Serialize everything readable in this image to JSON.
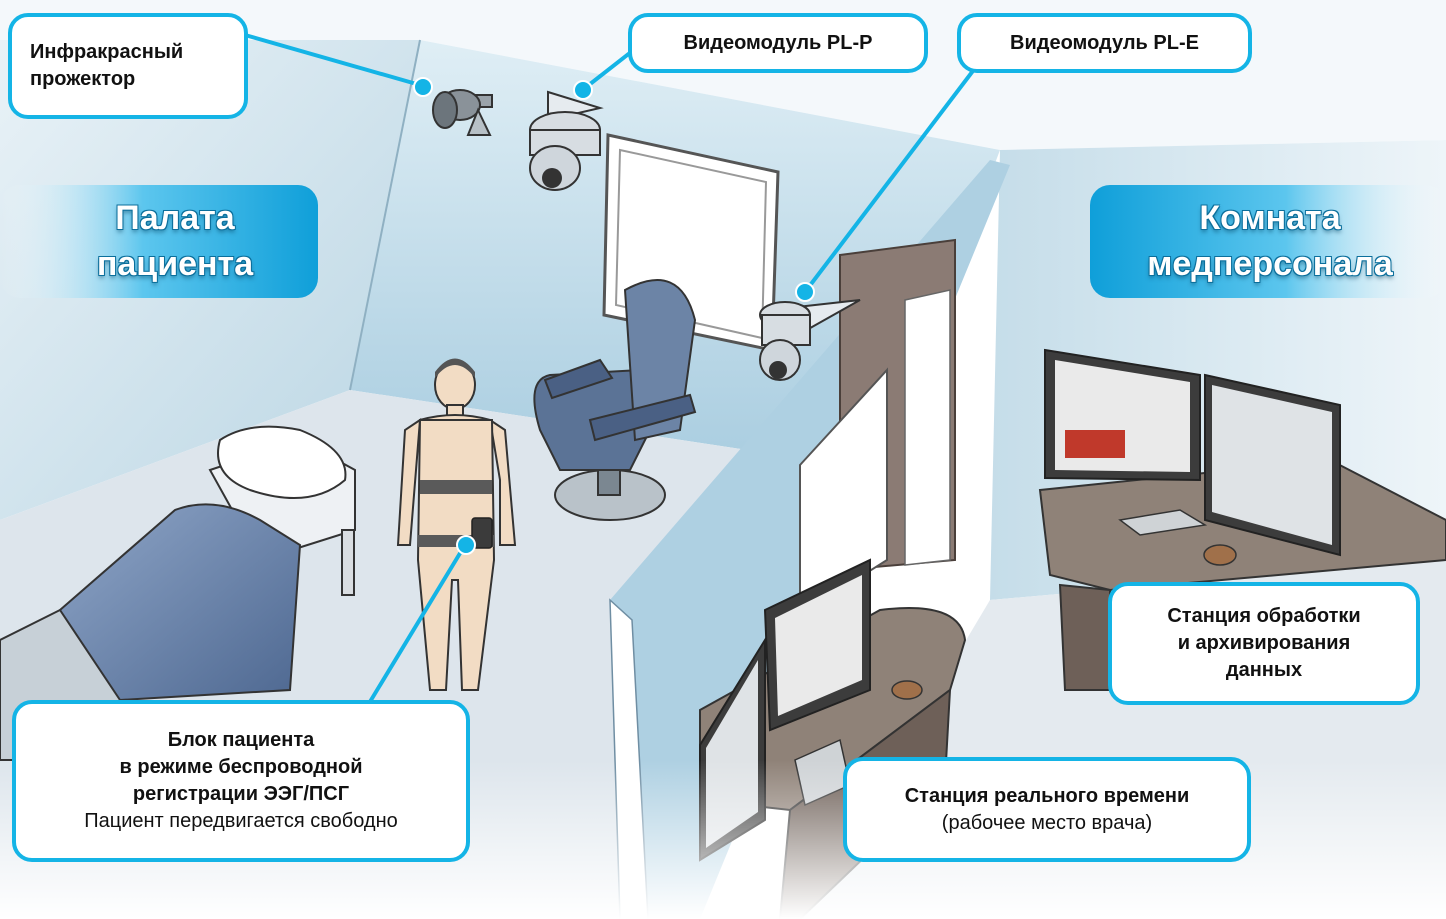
{
  "rooms": {
    "patient_ward": "Палата\nпациента",
    "staff_room": "Комната\nмедперсонала"
  },
  "callouts": {
    "ir_projector": "Инфракрасный\nпрожектор",
    "video_pl_p": "Видеомодуль PL-P",
    "video_pl_e": "Видеомодуль PL-E",
    "patient_unit": {
      "title": "Блок пациента\nв режиме беспроводной\nрегистрации ЭЭГ/ПСГ",
      "note": "Пациент передвигается свободно"
    },
    "processing_station": "Станция обработки\nи архивирования\nданных",
    "realtime_station": {
      "title": "Станция реального времени",
      "note": "(рабочее место врача)"
    }
  },
  "colors": {
    "accent": "#14b4e6",
    "wall": "#cfe2ec",
    "floor": "#dfe6ec",
    "chair": "#5b7396",
    "skin": "#f2dcc4"
  }
}
